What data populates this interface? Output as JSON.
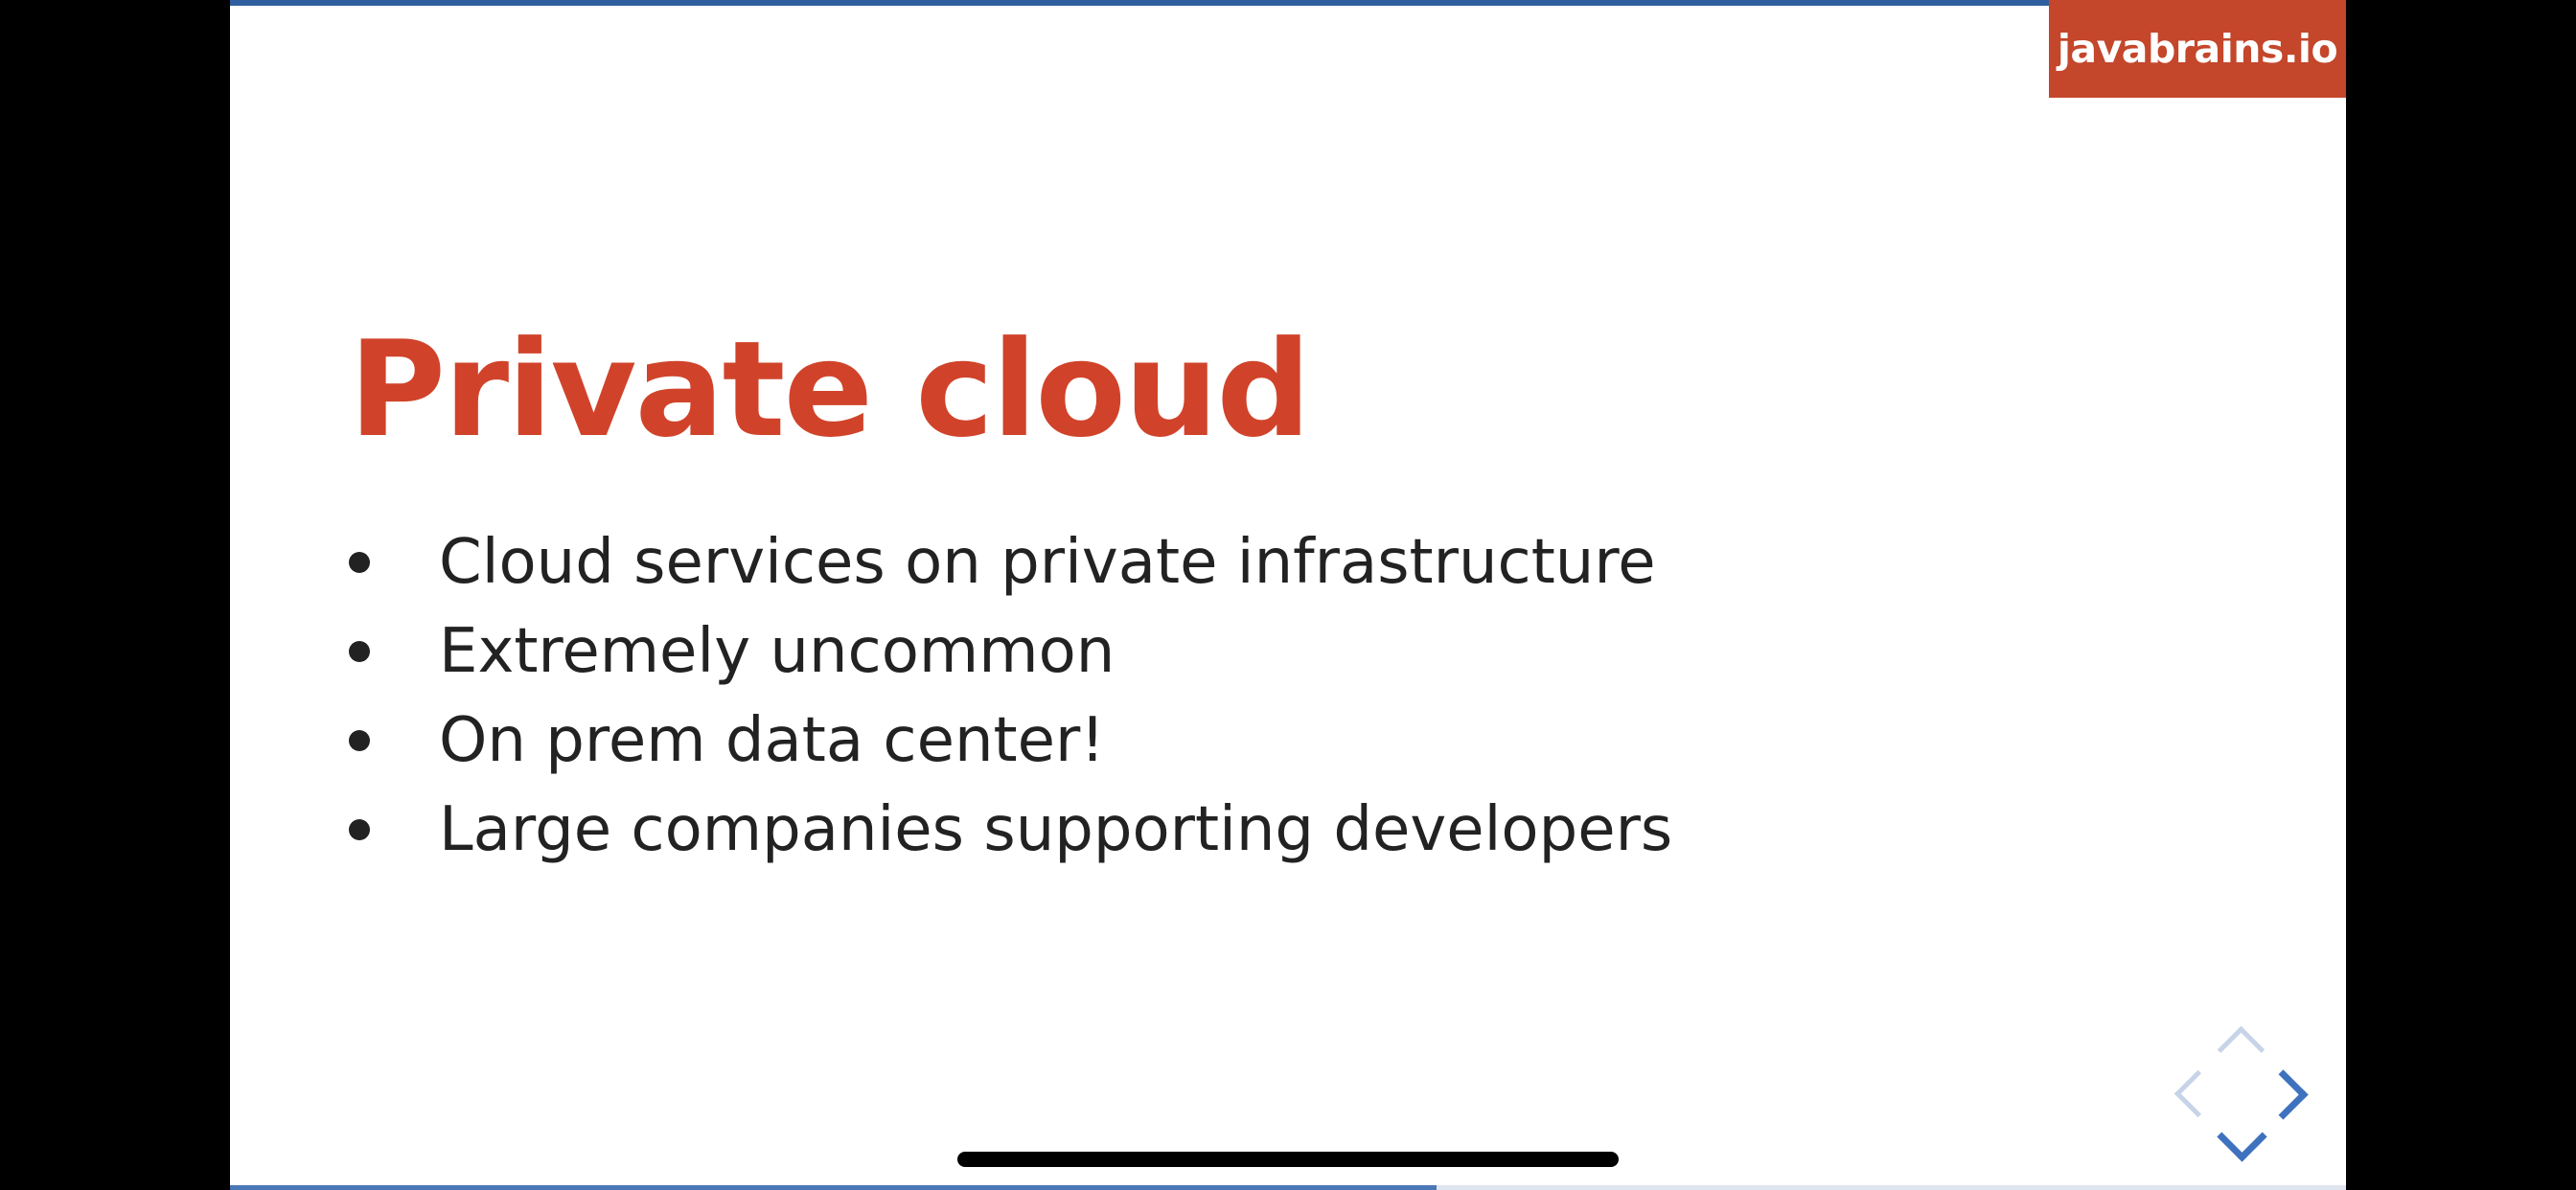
{
  "slide": {
    "brand": "javabrains.io",
    "title": "Private cloud",
    "bullets": [
      "Cloud services on private infrastructure",
      "Extremely uncommon",
      "On prem data center!",
      "Large companies supporting developers"
    ]
  },
  "progress": {
    "fraction": 0.57
  },
  "navigation": {
    "icons": [
      "chevron-up-icon",
      "chevron-down-icon",
      "chevron-left-icon",
      "chevron-right-icon"
    ]
  },
  "colors": {
    "accent_red": "#c4462b",
    "title_red": "#d0432a",
    "navigation_blue": "#3f72be",
    "top_rule_blue": "#2f5f9e"
  }
}
